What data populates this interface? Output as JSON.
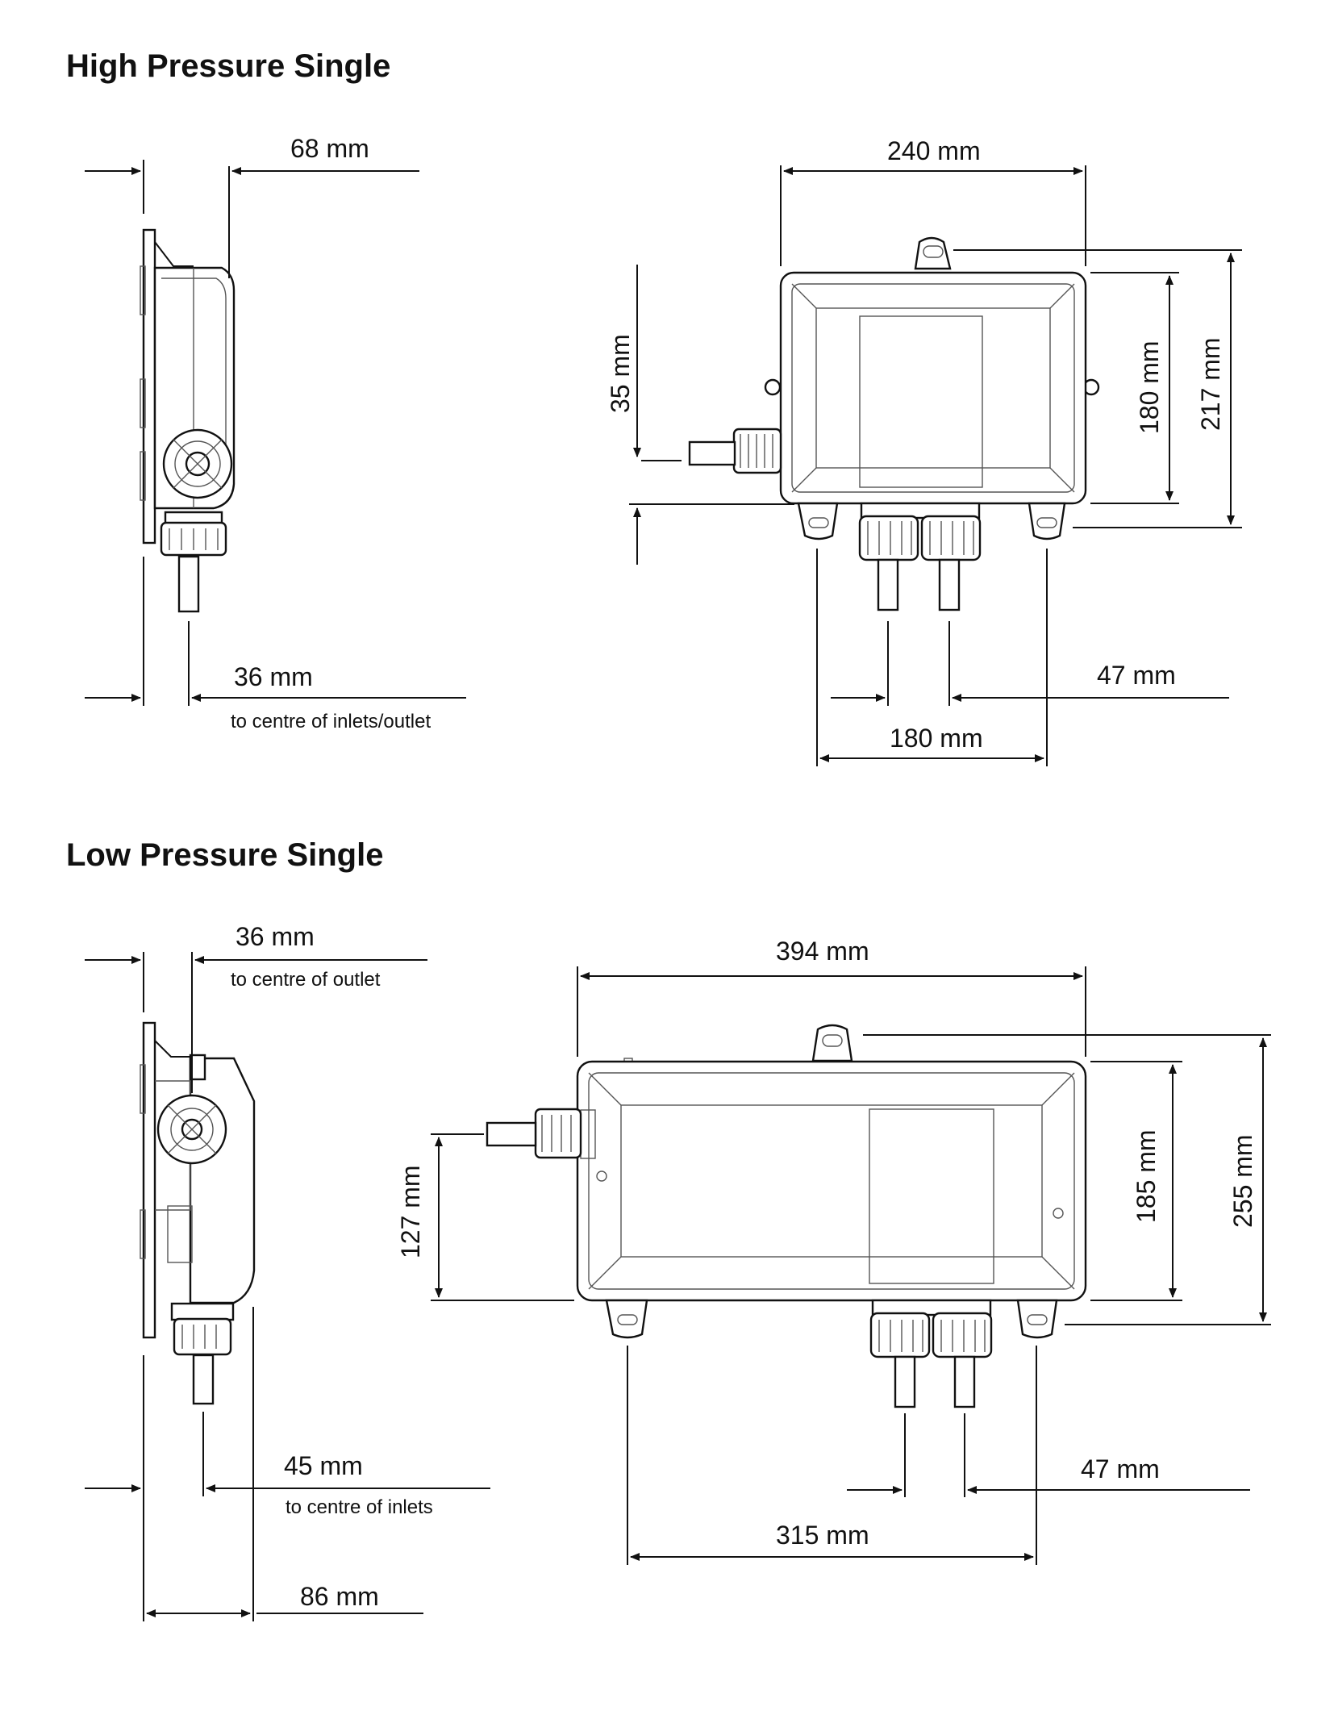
{
  "sections": {
    "high": {
      "title": "High Pressure Single",
      "side": {
        "depth": "68 mm",
        "inlet_offset": "36 mm",
        "inlet_note": "to centre of inlets/outlet"
      },
      "front": {
        "width": "240 mm",
        "left_offset": "35 mm",
        "height_body": "180 mm",
        "height_total": "217 mm",
        "inlet_spacing": "47 mm",
        "fixing_width": "180 mm"
      }
    },
    "low": {
      "title": "Low Pressure Single",
      "side": {
        "outlet_offset": "36 mm",
        "outlet_note": "to centre of outlet",
        "inlet_offset": "45 mm",
        "inlet_note": "to centre of inlets",
        "depth": "86 mm"
      },
      "front": {
        "width": "394 mm",
        "left_offset": "127 mm",
        "height_body": "185 mm",
        "height_total": "255 mm",
        "inlet_spacing": "47 mm",
        "fixing_width": "315 mm"
      }
    }
  }
}
